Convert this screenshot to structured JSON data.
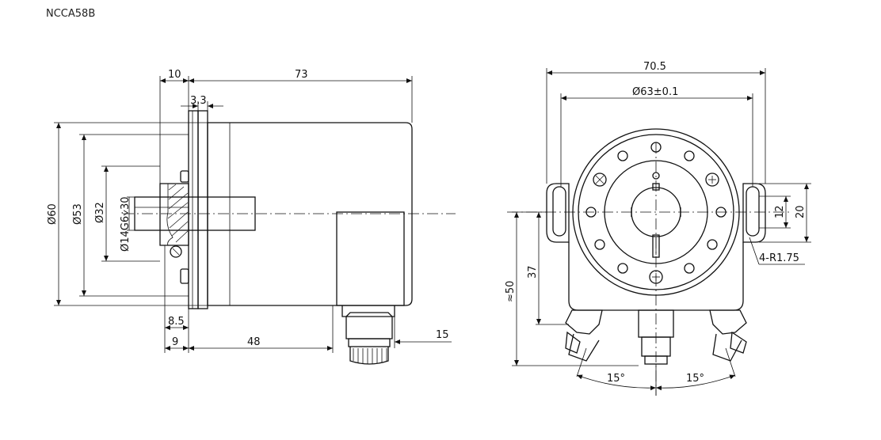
{
  "title": "NCCA58B",
  "side_view": {
    "dims": {
      "flange_w": "10",
      "length": "73",
      "flange_t": "3.3",
      "dia60": "Ø60",
      "dia53": "Ø53",
      "dia32": "Ø32",
      "shaft": "Ø14G6⩒30",
      "d85": "8.5",
      "d9": "9",
      "d48": "48",
      "d15": "15"
    }
  },
  "front_view": {
    "dims": {
      "width": "70.5",
      "bolt_circle": "Ø63±0.1",
      "slot12": "12",
      "slot20": "20",
      "radius": "4-R1.75",
      "h37": "37",
      "h50": "≈50",
      "ang_left": "15°",
      "ang_right": "15°"
    }
  }
}
